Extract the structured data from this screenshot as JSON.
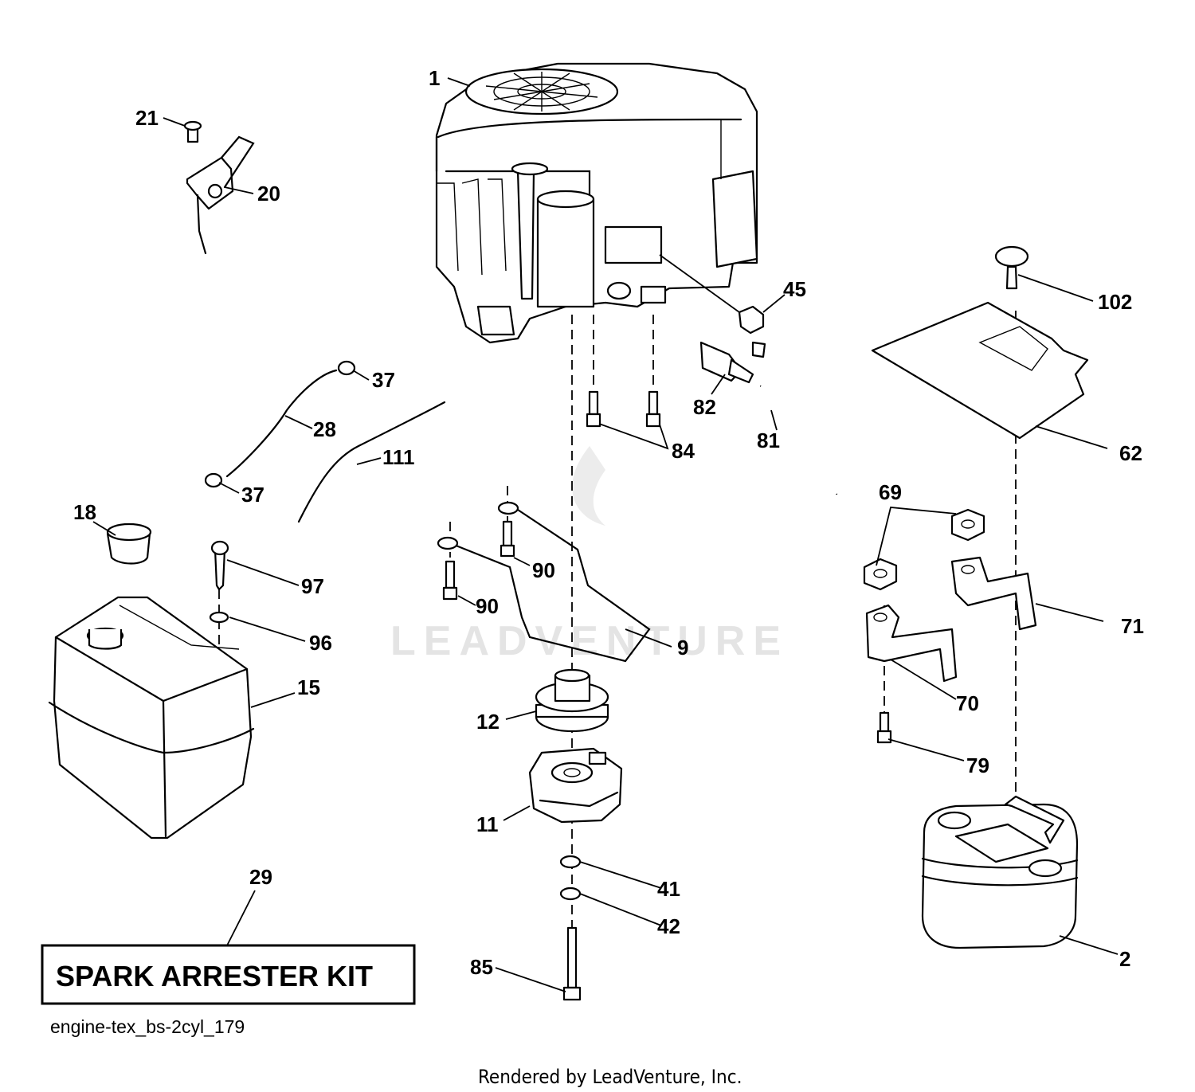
{
  "watermark": "LEADVENTURE",
  "kit_label": "SPARK ARRESTER KIT",
  "figure_id": "engine-tex_bs-2cyl_179",
  "credit": "Rendered by LeadVenture, Inc.",
  "callouts": {
    "c1": "1",
    "c2": "2",
    "c9": "9",
    "c11": "11",
    "c12": "12",
    "c15": "15",
    "c18": "18",
    "c20": "20",
    "c21": "21",
    "c28": "28",
    "c29": "29",
    "c37a": "37",
    "c37b": "37",
    "c41": "41",
    "c42": "42",
    "c45": "45",
    "c62": "62",
    "c69": "69",
    "c70": "70",
    "c71": "71",
    "c79": "79",
    "c81": "81",
    "c82": "82",
    "c84": "84",
    "c85": "85",
    "c90a": "90",
    "c90b": "90",
    "c96": "96",
    "c97": "97",
    "c102": "102",
    "c111": "111"
  }
}
